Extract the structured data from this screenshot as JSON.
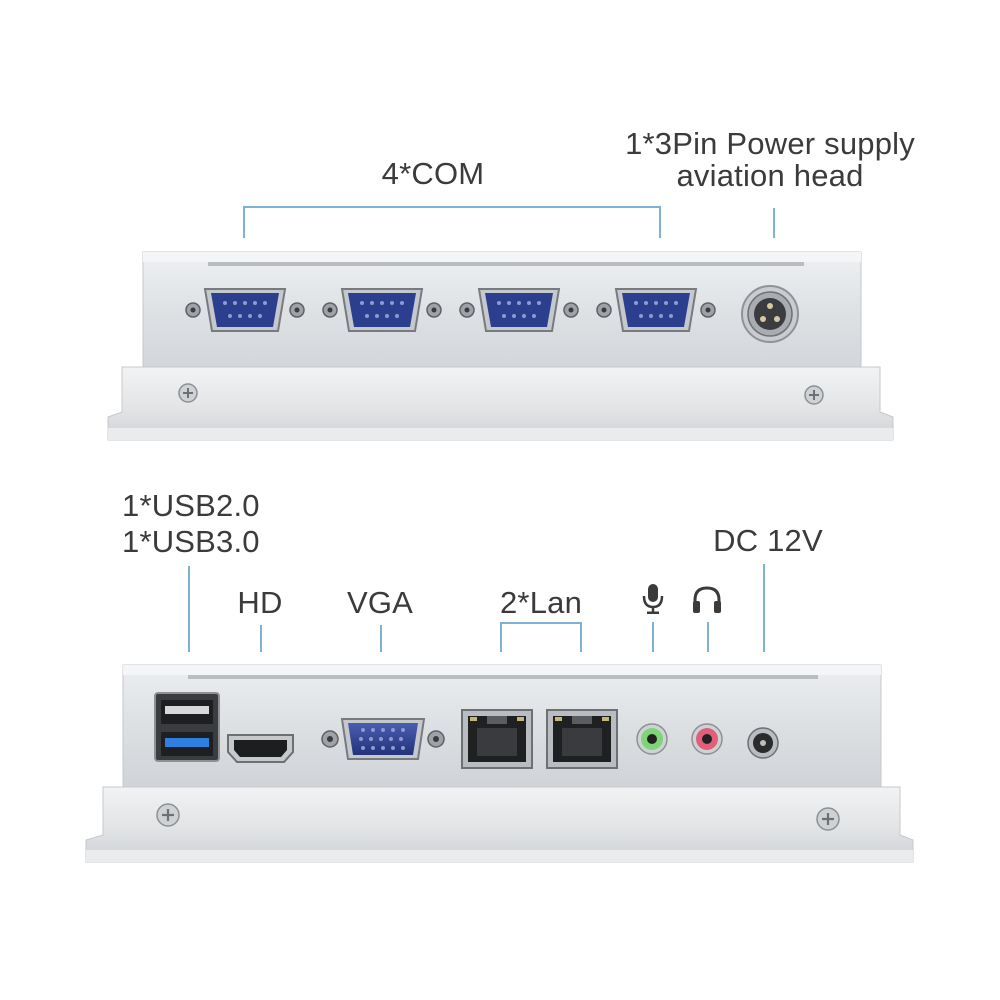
{
  "top_panel": {
    "com_label": "4*COM",
    "power_label_line1": "1*3Pin Power supply",
    "power_label_line2": "aviation head"
  },
  "bottom_panel": {
    "usb_label_line1": "1*USB2.0",
    "usb_label_line2": "1*USB3.0",
    "hd_label": "HD",
    "vga_label": "VGA",
    "lan_label": "2*Lan",
    "dc_label": "DC 12V",
    "mic_icon": "microphone-icon",
    "headphone_icon": "headphones-icon"
  },
  "colors": {
    "callout_line": "#7fb0d6",
    "serial_port_blue": "#2c3f8f",
    "usb3_blue": "#2f7fe0",
    "mic_jack_green": "#7fd47a",
    "headphone_jack_pink": "#e0607a",
    "chassis_silver": "#d9dbde"
  }
}
